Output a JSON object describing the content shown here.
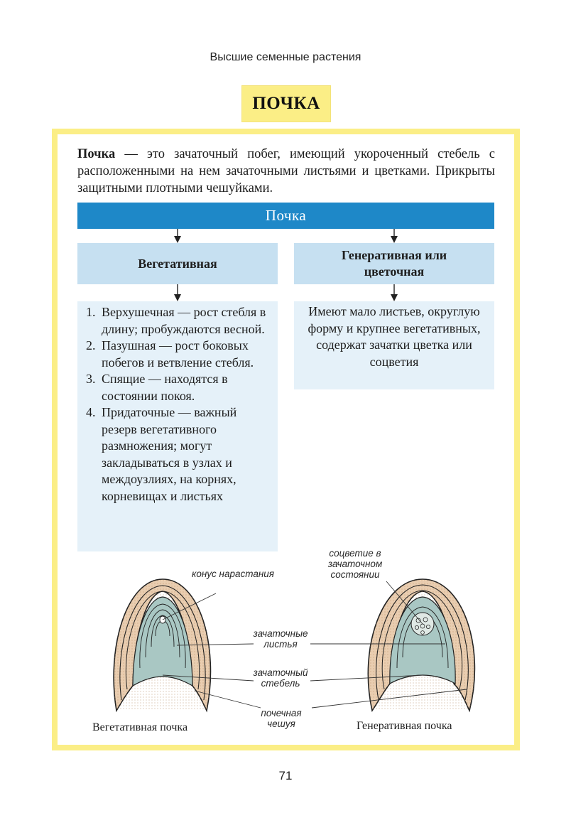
{
  "running_head": "Высшие семенные растения",
  "title": "ПОЧКА",
  "definition": {
    "term": "Почка",
    "text": " — это зачаточный побег, имеющий укороченный стебель с расположенными на нем зачаточными листьями и цветками. Прикрыты защитными плотными чешуйками."
  },
  "diagram": {
    "root": "Почка",
    "vegetative": {
      "heading": "Вегетативная",
      "items": [
        {
          "num": "1.",
          "text": "Верхушечная — рост стебля в длину; пробуждаются весной."
        },
        {
          "num": "2.",
          "text": "Пазушная — рост боковых побегов и ветвление стебля."
        },
        {
          "num": "3.",
          "text": "Спящие — находятся в состоянии покоя."
        },
        {
          "num": "4.",
          "text": "Придаточные — важный резерв вегетативного размножения; могут закладываться в узлах и междоузлиях, на корнях, корневищах и листьях"
        }
      ]
    },
    "generative": {
      "heading": "Генеративная или цветочная",
      "text": "Имеют мало листьев, округлую форму и крупнее вегетативных, содержат зачатки цветка или соцветия"
    }
  },
  "illustration": {
    "labels": {
      "growth_cone": "конус нарастания",
      "inflorescence": "соцветие в зачаточном состоянии",
      "leaves": "зачаточные листья",
      "stem": "зачаточный стебель",
      "scale": "почечная чешуя"
    },
    "caption_left": "Вегетативная почка",
    "caption_right": "Генеративная почка"
  },
  "page_number": "71",
  "colors": {
    "frame": "#fbee86",
    "banner": "#1e88c8",
    "box_head": "#c6e0f1",
    "box_body": "#e5f1f9",
    "bud_inner": "#a9c7c3",
    "bud_scale": "#e9cdb0"
  }
}
